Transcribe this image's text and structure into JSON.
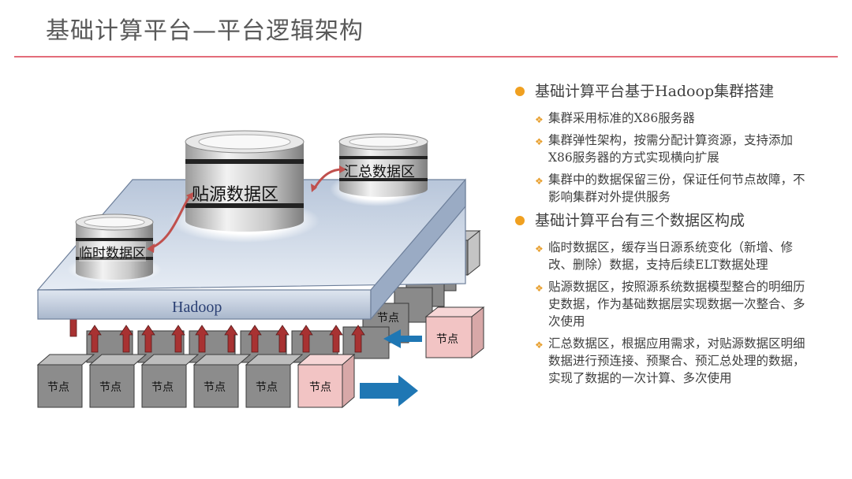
{
  "title": "基础计算平台—平台逻辑架构",
  "diagram": {
    "platform_label": "Hadoop",
    "data_zones": {
      "temp": "临时数据区",
      "source": "贴源数据区",
      "summary": "汇总数据区"
    },
    "node_label": "节点"
  },
  "bullets": [
    {
      "text": "基础计算平台基于Hadoop集群搭建",
      "subs": [
        "集群采用标准的X86服务器",
        "集群弹性架构，按需分配计算资源，支持添加X86服务器的方式实现横向扩展",
        "集群中的数据保留三份，保证任何节点故障，不影响集群对外提供服务"
      ]
    },
    {
      "text": "基础计算平台有三个数据区构成",
      "subs": [
        "临时数据区，缓存当日源系统变化（新增、修改、删除）数据，支持后续ELT数据处理",
        "贴源数据区，按照源系统数据模型整合的明细历史数据，作为基础数据层实现数据一次整合、多次使用",
        "汇总数据区，根据应用需求，对贴源数据区明细数据进行预连接、预聚合、预汇总处理的数据，实现了数据的一次计算、多次使用"
      ]
    }
  ],
  "colors": {
    "rule": "#e36c7a",
    "bullet_dot": "#f0a020",
    "arrow_blue": "#1f77b4",
    "arrow_red": "#b03a3a",
    "node_gray": "#8c8c8c",
    "node_pink": "#f2c4c4",
    "platform": "#cfd8e6"
  }
}
